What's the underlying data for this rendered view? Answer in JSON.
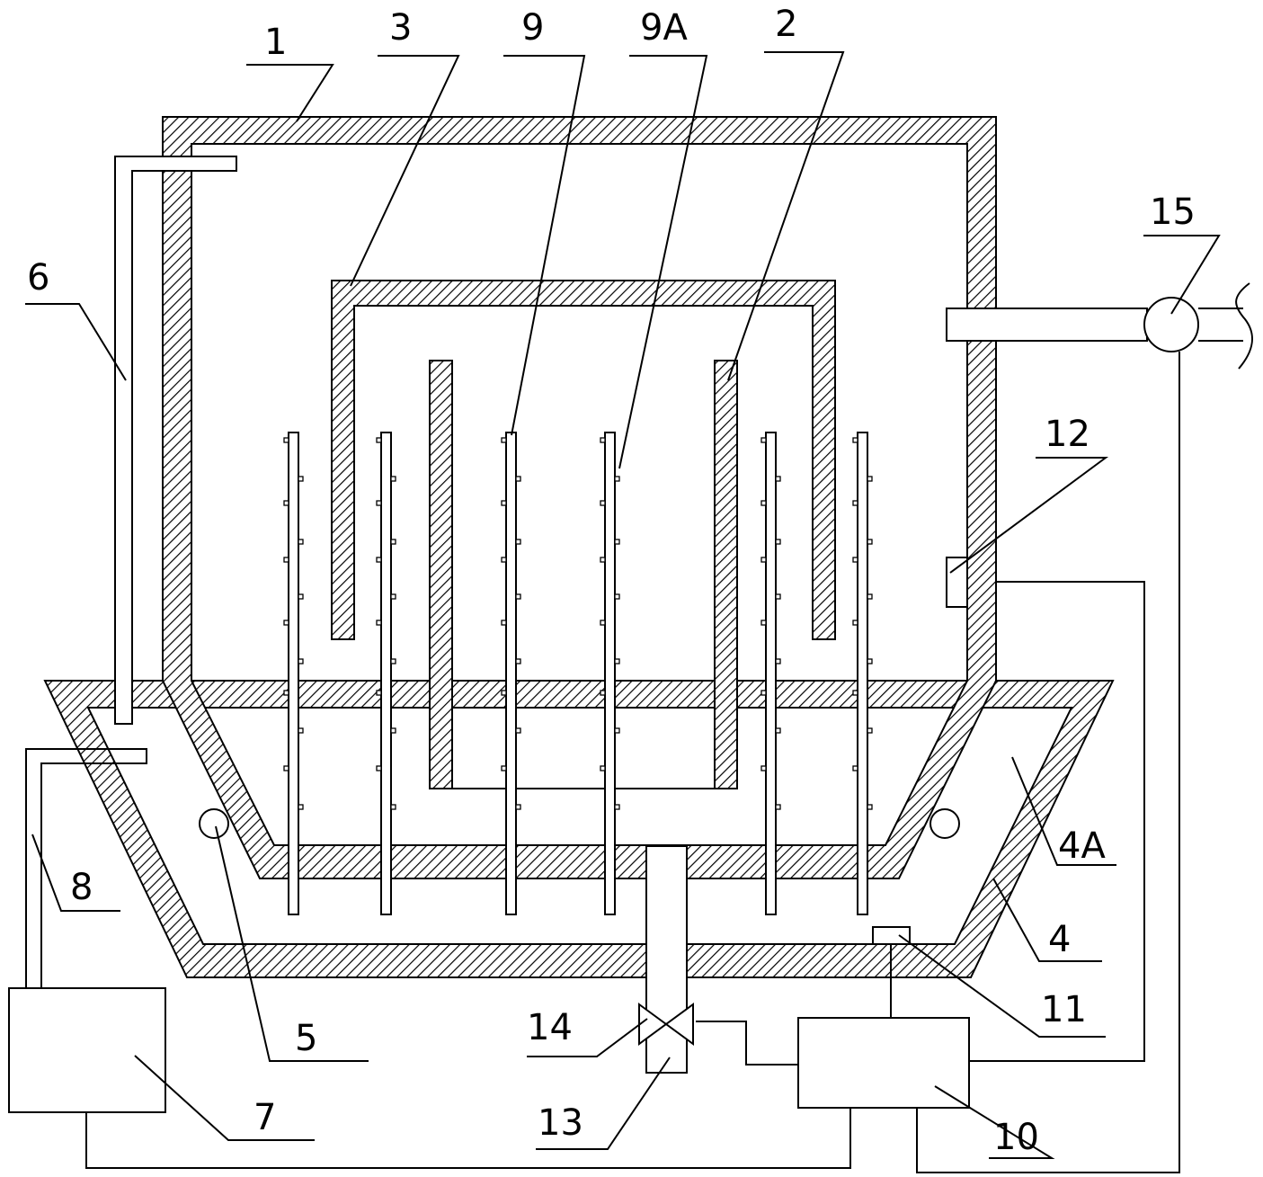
{
  "labels": {
    "l1": "1",
    "l2": "2",
    "l3": "3",
    "l4": "4",
    "l4a": "4A",
    "l5": "5",
    "l6": "6",
    "l7": "7",
    "l8": "8",
    "l9": "9",
    "l9a": "9A",
    "l10": "10",
    "l11": "11",
    "l12": "12",
    "l13": "13",
    "l14": "14",
    "l15": "15"
  }
}
